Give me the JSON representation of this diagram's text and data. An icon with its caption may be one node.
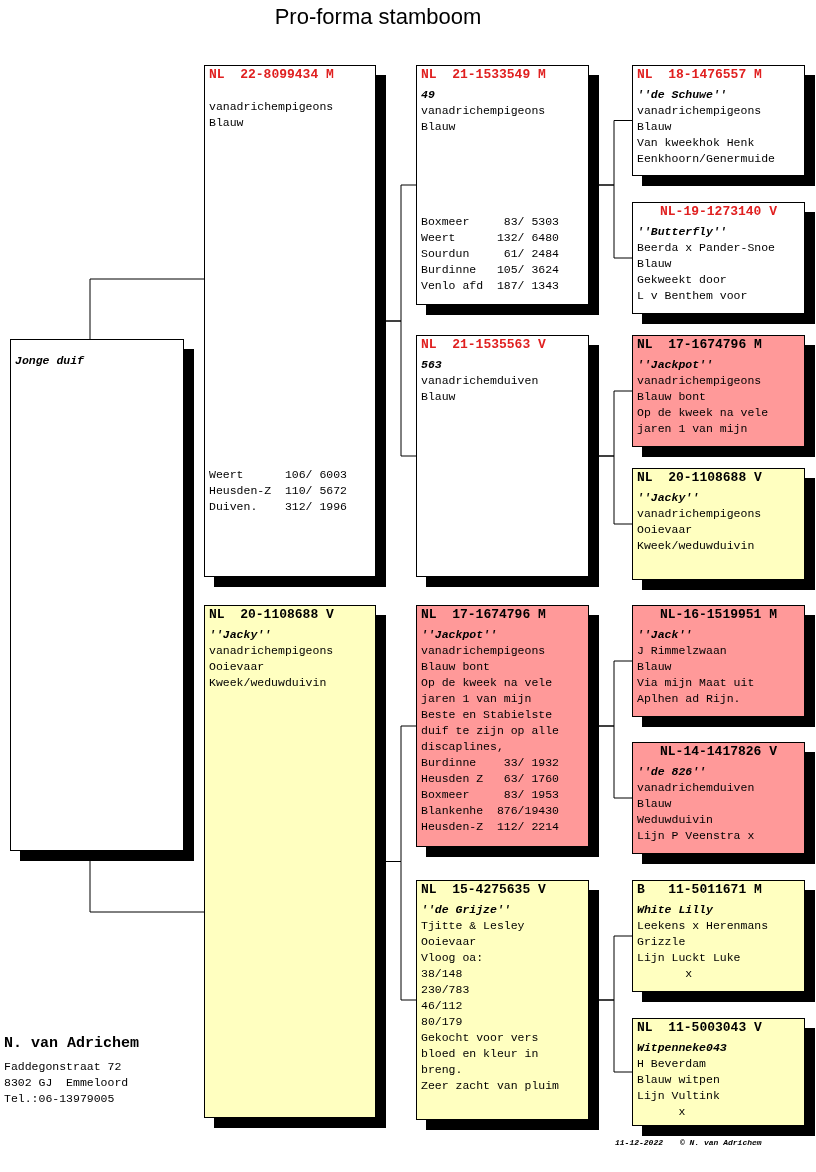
{
  "diagram": {
    "title": "Pro-forma stamboom",
    "nodes": [
      {
        "text": [
          "Jonge duif"
        ]
      },
      {
        "text": [
          "NL  22-8099434 M",
          "vanadrichempigeons",
          "Blauw",
          "Weert      106/ 6003",
          "Heusden-Z  110/ 5672",
          "Duiven.    312/ 1996"
        ]
      },
      {
        "text": [
          "NL  21-1533549 M",
          "49",
          "vanadrichempigeons",
          "Blauw",
          "Boxmeer     83/ 5303",
          "Weert      132/ 6480",
          "Sourdun     61/ 2484",
          "Burdinne   105/ 3624",
          "Venlo afd  187/ 1343"
        ]
      },
      {
        "text": [
          "NL  18-1476557 M",
          "''de Schuwe''",
          "vanadrichempigeons",
          "Blauw",
          "Van kweekhok Henk",
          "Eenkhoorn/Genermuide"
        ]
      },
      {
        "text": [
          "NL-19-1273140 V",
          "''Butterfly''",
          "Beerda x Pander-Snoe",
          "Blauw",
          "Gekweekt door",
          "L v Benthem voor"
        ]
      },
      {
        "text": [
          "NL  21-1535563 V",
          "563",
          "vanadrichemduiven",
          "Blauw"
        ]
      },
      {
        "text": [
          "NL  17-1674796 M",
          "''Jackpot''",
          "vanadrichempigeons",
          "Blauw bont",
          "Op de kweek na vele",
          "jaren 1 van mijn"
        ]
      },
      {
        "text": [
          "NL  20-1108688 V",
          "''Jacky''",
          "vanadrichempigeons",
          "Ooievaar",
          "Kweek/weduwduivin"
        ]
      },
      {
        "text": [
          "NL  20-1108688 V",
          "''Jacky''",
          "vanadrichempigeons",
          "Ooievaar",
          "Kweek/weduwduivin"
        ]
      },
      {
        "text": [
          "NL  17-1674796 M",
          "''Jackpot''",
          "vanadrichempigeons",
          "Blauw bont",
          "Op de kweek na vele",
          "jaren 1 van mijn",
          "Beste en Stabielste",
          "duif te zijn op alle",
          "discaplines,",
          "Burdinne    33/ 1932",
          "Heusden Z   63/ 1760",
          "Boxmeer     83/ 1953",
          "Blankenhe  876/19430",
          "Heusden-Z  112/ 2214"
        ]
      },
      {
        "text": [
          "NL-16-1519951 M",
          "''Jack''",
          "J Rimmelzwaan",
          "Blauw",
          "Via mijn Maat uit",
          "Aplhen ad Rijn."
        ]
      },
      {
        "text": [
          "NL-14-1417826 V",
          "''de 826''",
          "vanadrichemduiven",
          "Blauw",
          "Weduwduivin",
          "Lijn P Veenstra x"
        ]
      },
      {
        "text": [
          "NL  15-4275635 V",
          "''de Grijze''",
          "Tjitte & Lesley",
          "Ooievaar",
          "Vloog oa:",
          "38/148",
          "230/783",
          "46/112",
          "80/179",
          "Gekocht voor vers",
          "bloed en kleur in",
          "breng.",
          "Zeer zacht van pluim"
        ]
      },
      {
        "text": [
          "B   11-5011671 M",
          "White Lilly",
          "Leekens x Herenmans",
          "Grizzle",
          "Lijn Luckt Luke",
          "       x"
        ]
      },
      {
        "text": [
          "NL  11-5003043 V",
          "Witpenneke043",
          "H Beverdam",
          "Blauw witpen",
          "Lijn Vultink",
          "      x"
        ]
      }
    ],
    "edges": [
      {
        "from": 0,
        "to": 1,
        "arrow": "none"
      },
      {
        "from": 0,
        "to": 8,
        "arrow": "none"
      },
      {
        "from": 1,
        "to": 2,
        "arrow": "none"
      },
      {
        "from": 1,
        "to": 5,
        "arrow": "none"
      },
      {
        "from": 2,
        "to": 3,
        "arrow": "none"
      },
      {
        "from": 2,
        "to": 4,
        "arrow": "none"
      },
      {
        "from": 5,
        "to": 6,
        "arrow": "none"
      },
      {
        "from": 5,
        "to": 7,
        "arrow": "none"
      },
      {
        "from": 8,
        "to": 9,
        "arrow": "none"
      },
      {
        "from": 8,
        "to": 12,
        "arrow": "none"
      },
      {
        "from": 9,
        "to": 10,
        "arrow": "none"
      },
      {
        "from": 9,
        "to": 11,
        "arrow": "none"
      },
      {
        "from": 12,
        "to": 13,
        "arrow": "none"
      },
      {
        "from": 12,
        "to": 14,
        "arrow": "none"
      }
    ],
    "labels": [
      "N. van Adrichem",
      "Faddegonstraat 72",
      "8302 GJ  Emmeloord",
      "Tel.:06-13979005",
      "11-12-2022",
      "© N. van Adrichem"
    ]
  }
}
